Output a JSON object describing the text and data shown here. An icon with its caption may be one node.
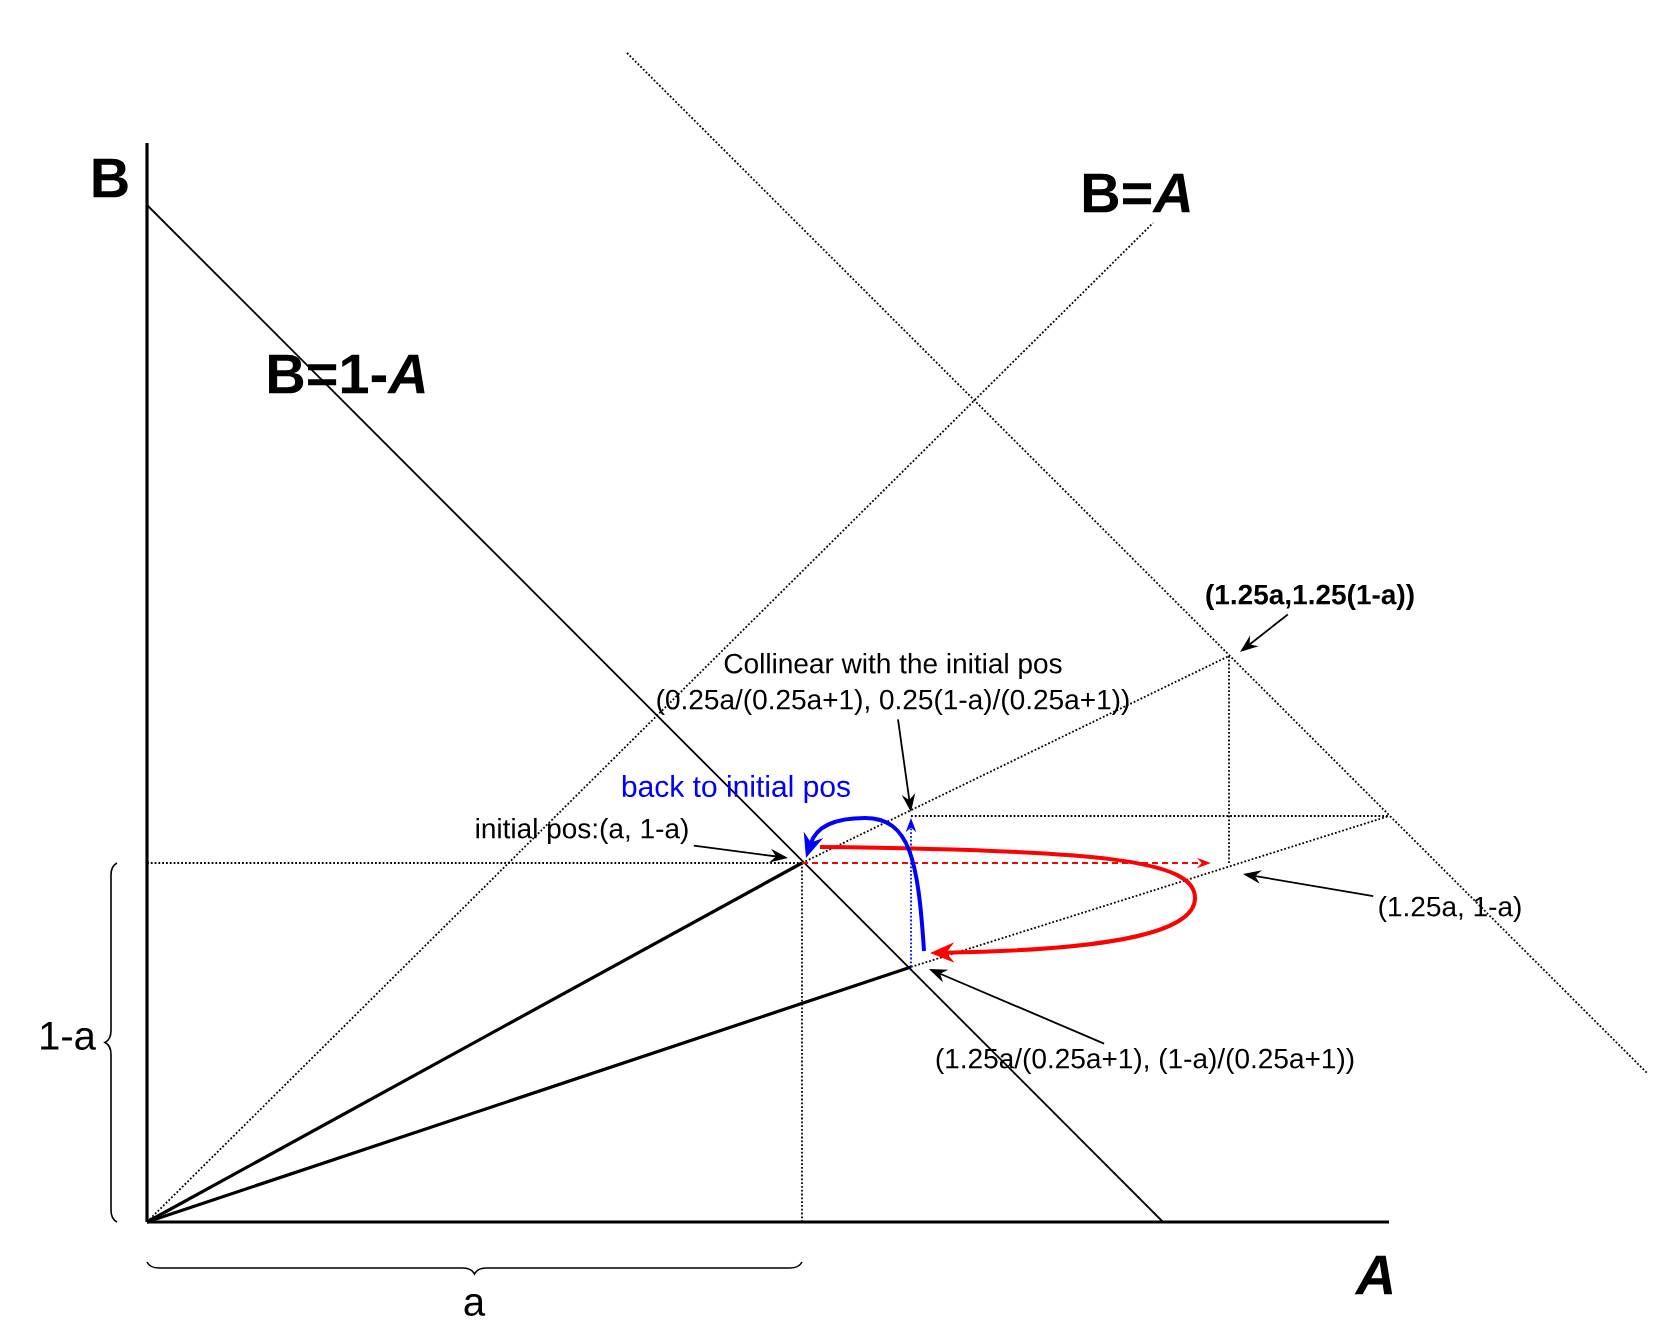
{
  "diagram": {
    "nodes": [
      {
        "text": [
          "(1.25a,1.25(1-a))"
        ]
      },
      {
        "text": [
          "Collinear with the initial pos",
          "(0.25a/(0.25a+1), 0.25(1-a)/(0.25a+1))"
        ]
      },
      {
        "text": [
          "initial pos:(a, 1-a)"
        ]
      },
      {
        "text": [
          "(1.25a, 1-a)"
        ]
      },
      {
        "text": [
          "(1.25a/(0.25a+1), (1-a)/(0.25a+1))"
        ]
      }
    ],
    "edges": [
      {
        "from": 0,
        "to": null,
        "arrow": "to"
      },
      {
        "from": 1,
        "to": null,
        "arrow": "to"
      },
      {
        "from": 2,
        "to": null,
        "arrow": "to"
      },
      {
        "from": 3,
        "to": null,
        "arrow": "to"
      },
      {
        "from": 4,
        "to": null,
        "arrow": "to"
      }
    ],
    "labels": [
      "B",
      "B=*A*",
      "B=1-*A*",
      "back to initial pos",
      "1-a",
      "A",
      "a"
    ]
  }
}
